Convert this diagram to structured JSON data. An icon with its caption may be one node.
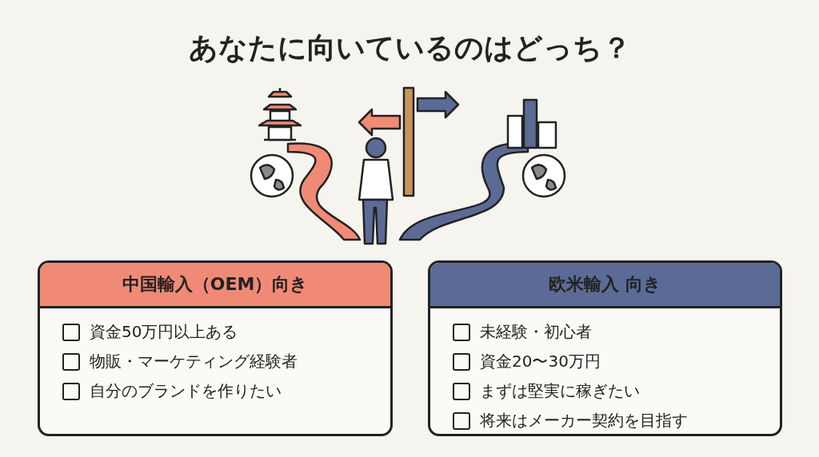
{
  "diagram": {
    "title": "あなたに向いているのはどっち？",
    "nodes": [
      {
        "text": [
          "中国輸入（OEM）向き",
          "資金50万円以上ある",
          "物販・マーケティング経験者",
          "自分のブランドを作りたい"
        ]
      },
      {
        "text": [
          "欧米輸入 向き",
          "未経験・初心者",
          "資金20〜30万円",
          "まずは堅実に稼ぎたい",
          "将来はメーカー契約を目指す"
        ]
      }
    ]
  }
}
